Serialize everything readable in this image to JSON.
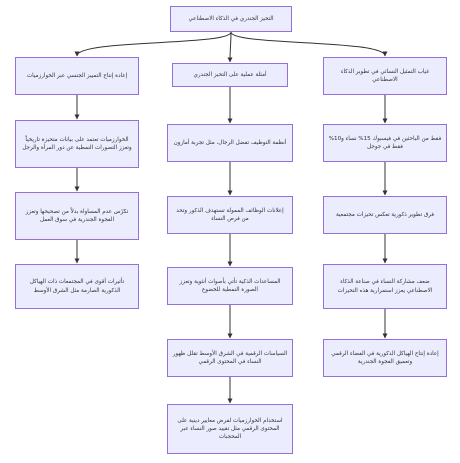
{
  "colors": {
    "node_fill": "#ececff",
    "node_border": "#9370db",
    "edge": "#333333",
    "text": "#333333"
  },
  "root": "التحيز الجندري في الذكاء الاصطناعي",
  "columns": [
    {
      "header": "غياب التمثيل النسائي في تطوير الذكاء الاصطناعي",
      "items": [
        "فقط من الباحثين في فيسبوك 15% نساء و10% فقط في جوجل",
        "فرق تطوير ذكورية تعكس تحيزات مجتمعية",
        "ضعف مشاركة النساء في صناعة الذكاء الاصطناعي يعزز استمرارية هذه التحيزات",
        "إعادة إنتاج الهياكل الذكورية في الفضاء الرقمي وتعميق الفجوة الجندرية"
      ]
    },
    {
      "header": "أمثلة عملية على التحيز الجندري",
      "items": [
        "أنظمة التوظيف تفضل الرجال، مثل تجربة أمازون",
        "إعلانات الوظائف الممولة تستهدف الذكور وتحد من فرص النساء",
        "المساعدات الذكية تأتي بأصوات أنثوية وتعزز الصورة النمطية للخضوع",
        "السياسات الرقمية في الشرق الأوسط تقلل ظهور النساء في المحتوى الرقمي",
        "استخدام الخوارزميات لفرض معايير دينية على المحتوى الرقمي مثل تقييد صور النساء عبر المحجبات"
      ]
    },
    {
      "header": "إعادة إنتاج التمييز الجنسي عبر الخوارزميات",
      "items": [
        "الخوارزميات تعتمد على بيانات متحيزة تاريخياً وتعزز التصورات النمطية عن دور المرأة والرجل",
        "تكرّس عدم المساواة بدلاً من تصحيحها وتعزز الفجوة الجندرية في سوق العمل",
        "تأثيرات أقوى في المجتمعات ذات الهياكل الذكورية الصارمة مثل الشرق الأوسط"
      ]
    }
  ]
}
